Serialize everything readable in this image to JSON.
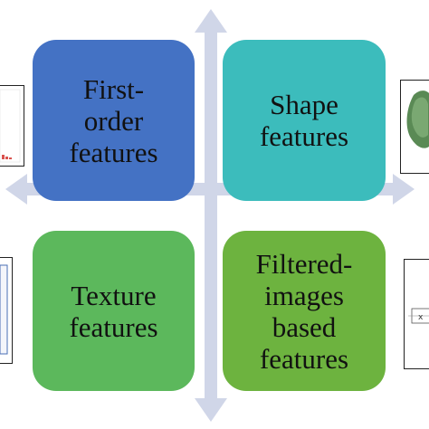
{
  "quadrants": {
    "first_order": {
      "label": "First-\norder\nfeatures",
      "color": "#4472c4"
    },
    "shape": {
      "label": "Shape\nfeatures",
      "color": "#3cbcbc"
    },
    "texture": {
      "label": "Texture\nfeatures",
      "color": "#5cb85c"
    },
    "filtered": {
      "label": "Filtered-\nimages\nbased\nfeatures",
      "color": "#6db33f"
    }
  },
  "axis_color": "#d0d6e8",
  "thumbnails": {
    "bottom_right": {
      "text": "x"
    }
  }
}
